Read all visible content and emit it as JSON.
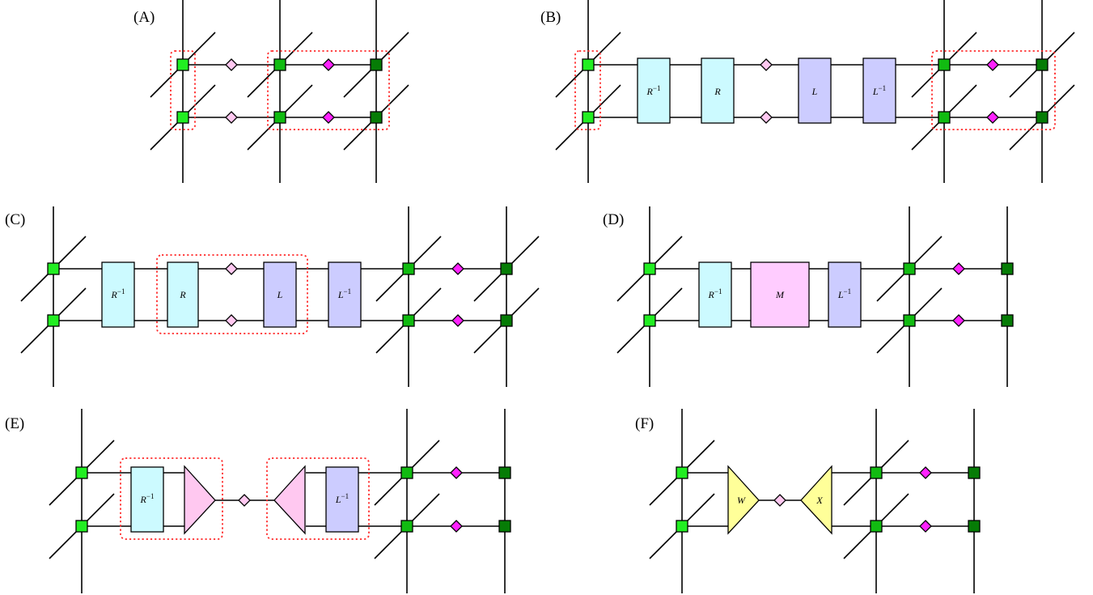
{
  "colors": {
    "green_light": "#22ee22",
    "green_mid": "#11bb11",
    "green_dark": "#067c06",
    "diamond_light": "#ffc8f0",
    "diamond_bright": "#ff22ff",
    "box_r": "#ccfaff",
    "box_l": "#ccccff",
    "box_m": "#ffccff",
    "triangle_pink": "#ffc8f0",
    "triangle_yellow": "#ffff99",
    "dashed_outline": "#ff2a2a"
  },
  "panels": [
    {
      "id": "A",
      "label": "(A)"
    },
    {
      "id": "B",
      "label": "(B)",
      "boxes": [
        "R^{-1}",
        "R",
        "L",
        "L^{-1}"
      ]
    },
    {
      "id": "C",
      "label": "(C)",
      "boxes": [
        "R^{-1}",
        "R",
        "L",
        "L^{-1}"
      ]
    },
    {
      "id": "D",
      "label": "(D)",
      "boxes": [
        "R^{-1}",
        "M",
        "L^{-1}"
      ]
    },
    {
      "id": "E",
      "label": "(E)",
      "boxes": [
        "R^{-1}",
        "L^{-1}"
      ]
    },
    {
      "id": "F",
      "label": "(F)",
      "triangles": [
        "W",
        "X"
      ]
    }
  ],
  "box_text": {
    "r_inv": "R",
    "l_inv": "L",
    "inv_exp": "−1",
    "r": "R",
    "l": "L",
    "m": "M",
    "w": "W",
    "x": "X"
  }
}
